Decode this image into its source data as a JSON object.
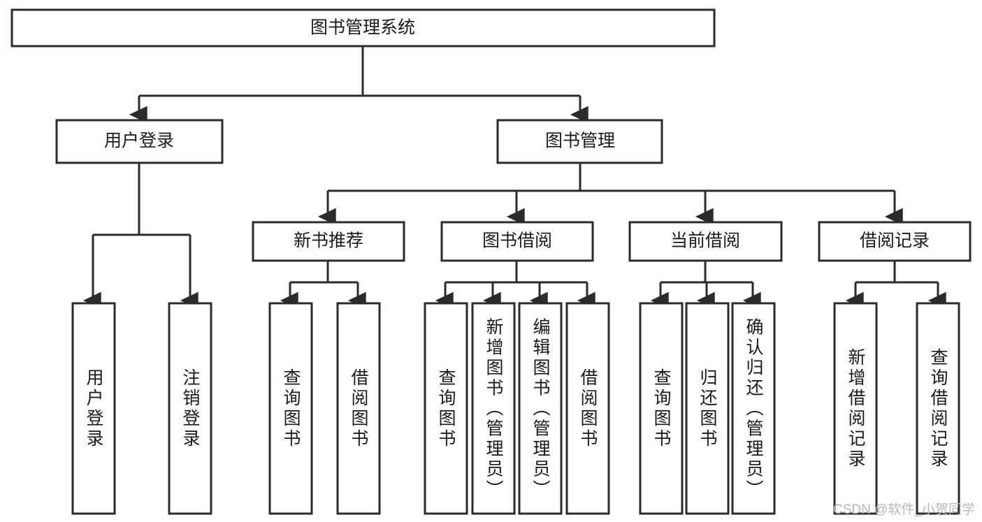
{
  "diagram": {
    "type": "tree",
    "title": "图书管理系统",
    "orientation": "top-down",
    "watermark": "CSDN @软件_小贺同学",
    "colors": {
      "stroke": "#2b2b2b",
      "fill": "#ffffff",
      "text": "#1a1a1a",
      "watermark": "#b8b8b8"
    },
    "nodes": {
      "root": {
        "label": "图书管理系统",
        "level": 1
      },
      "l2_a": {
        "label": "用户登录",
        "level": 2
      },
      "l2_b": {
        "label": "图书管理",
        "level": 2
      },
      "l3_a1": {
        "label": "用户登录",
        "level": 3,
        "vertical": true
      },
      "l3_a2": {
        "label": "注销登录",
        "level": 3,
        "vertical": true
      },
      "l3_b1": {
        "label": "新书推荐",
        "level": 3
      },
      "l3_b2": {
        "label": "图书借阅",
        "level": 3
      },
      "l3_b3": {
        "label": "当前借阅",
        "level": 3
      },
      "l3_b4": {
        "label": "借阅记录",
        "level": 3
      },
      "l4_b1_1": {
        "label": "查询图书",
        "level": 4,
        "vertical": true
      },
      "l4_b1_2": {
        "label": "借阅图书",
        "level": 4,
        "vertical": true
      },
      "l4_b2_1": {
        "label": "查询图书",
        "level": 4,
        "vertical": true
      },
      "l4_b2_2": {
        "label": "新增图书（管理员）",
        "level": 4,
        "vertical": true
      },
      "l4_b2_3": {
        "label": "编辑图书（管理员）",
        "level": 4,
        "vertical": true
      },
      "l4_b2_4": {
        "label": "借阅图书",
        "level": 4,
        "vertical": true
      },
      "l4_b3_1": {
        "label": "查询图书",
        "level": 4,
        "vertical": true
      },
      "l4_b3_2": {
        "label": "归还图书",
        "level": 4,
        "vertical": true
      },
      "l4_b3_3": {
        "label": "确认归还（管理员）",
        "level": 4,
        "vertical": true
      },
      "l4_b4_1": {
        "label": "新增借阅记录",
        "level": 4,
        "vertical": true
      },
      "l4_b4_2": {
        "label": "查询借阅记录",
        "level": 4,
        "vertical": true
      }
    }
  }
}
